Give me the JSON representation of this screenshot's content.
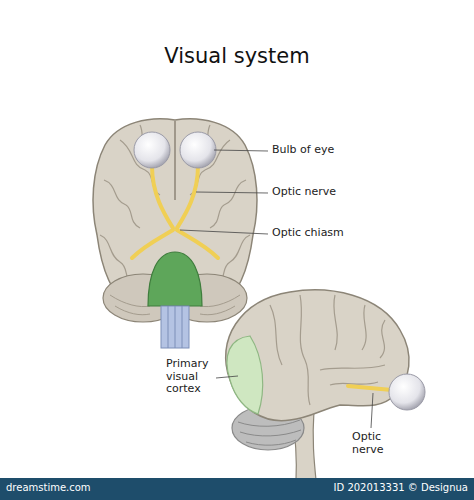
{
  "diagram": {
    "title": "Visual system",
    "labels": [
      "Bulb of eye",
      "Optic nerve",
      "Optic chiasm",
      "Primary visual cortex",
      "Optic nerve",
      "dreamstime.com",
      "ID 202013331 © Designua"
    ]
  }
}
